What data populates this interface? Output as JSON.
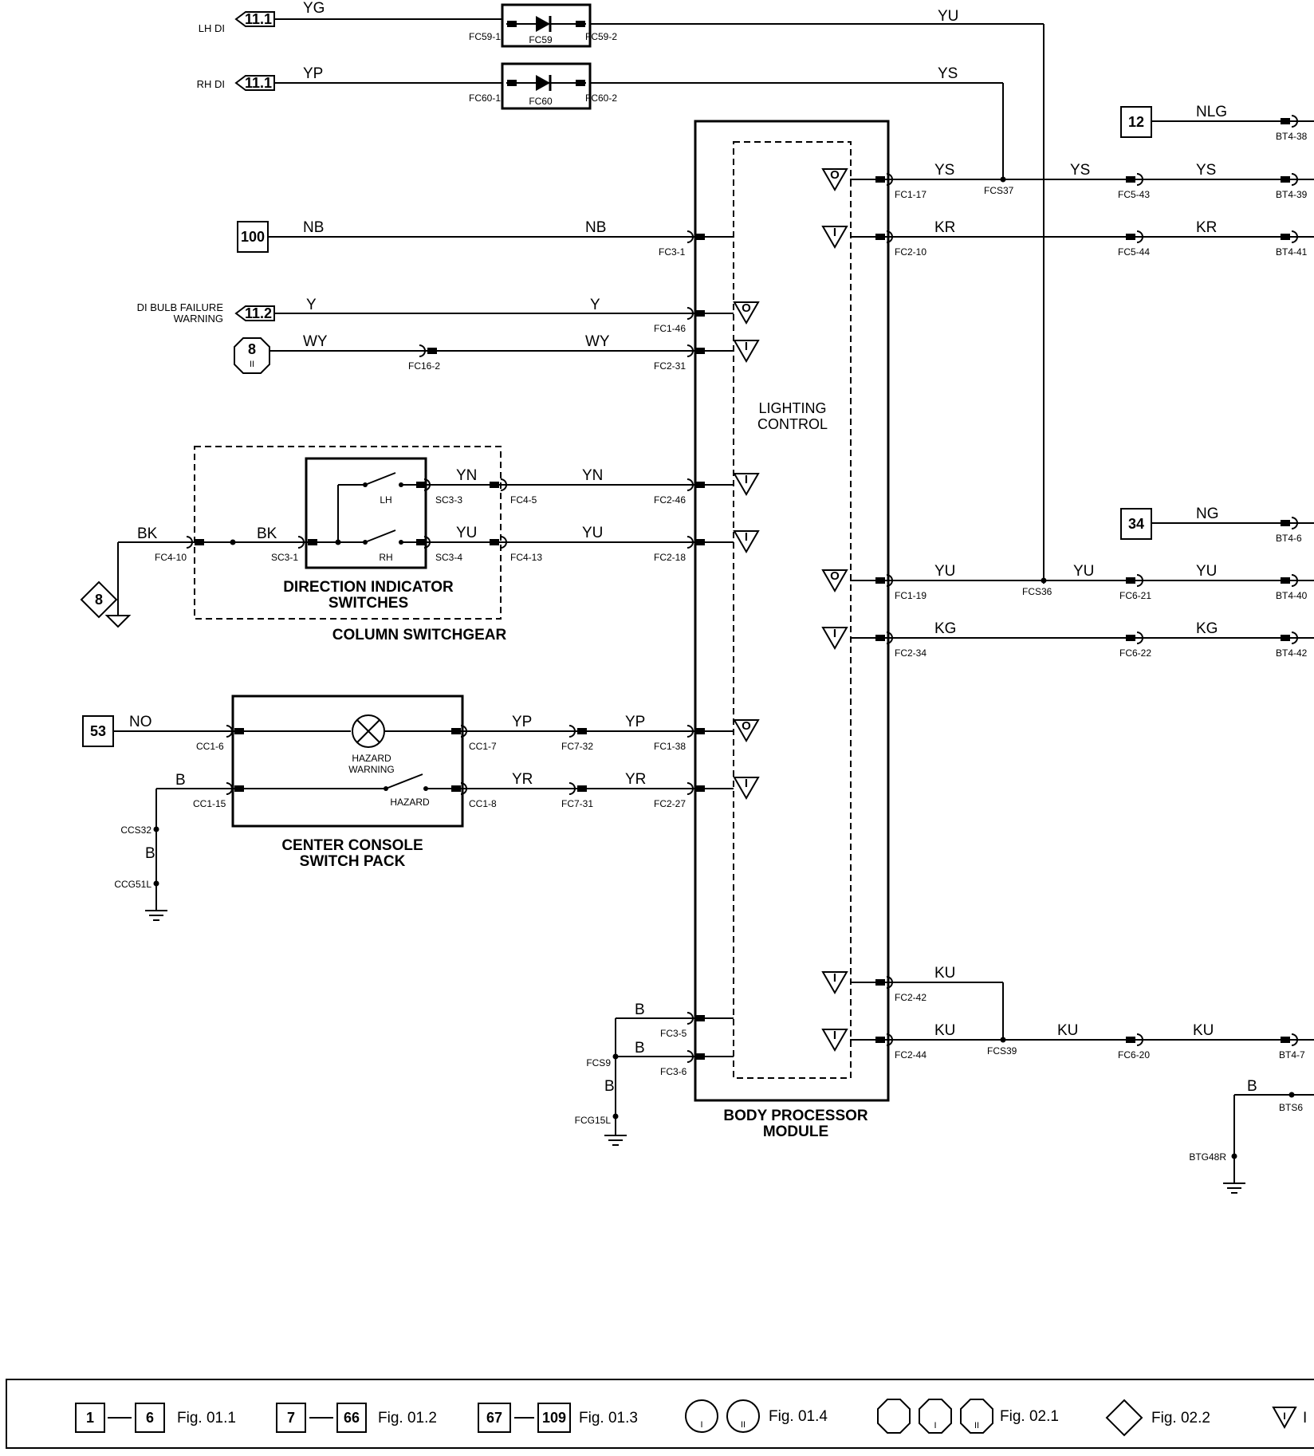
{
  "off_sheet_refs": {
    "lh_di": {
      "label": "LH DI",
      "code": "11.1"
    },
    "rh_di": {
      "label": "RH DI",
      "code": "11.1"
    },
    "di_bulb_failure": {
      "label_line1": "DI BULB FAILURE",
      "label_line2": "WARNING",
      "code": "11.2"
    },
    "ref_100": "100",
    "ref_8_oct": {
      "code": "8",
      "sub": "II"
    },
    "ref_8_diamond": "8",
    "ref_53": "53",
    "ref_12": "12",
    "ref_34": "34"
  },
  "wires": {
    "yg": "YG",
    "yu": "YU",
    "yp": "YP",
    "ys": "YS",
    "nlg": "NLG",
    "nb": "NB",
    "kr": "KR",
    "y": "Y",
    "wy": "WY",
    "yn": "YN",
    "bk": "BK",
    "ng": "NG",
    "kg": "KG",
    "no": "NO",
    "yr": "YR",
    "b": "B",
    "ku": "KU"
  },
  "connectors": {
    "fc59_1": "FC59-1",
    "fc59": "FC59",
    "fc59_2": "FC59-2",
    "fc60_1": "FC60-1",
    "fc60": "FC60",
    "fc60_2": "FC60-2",
    "bt4_38": "BT4-38",
    "bt4_39": "BT4-39",
    "bt4_41": "BT4-41",
    "bt4_6": "BT4-6",
    "bt4_40": "BT4-40",
    "bt4_42": "BT4-42",
    "bt4_7": "BT4-7",
    "fc1_17": "FC1-17",
    "fcs37": "FCS37",
    "fc5_43": "FC5-43",
    "fc2_10": "FC2-10",
    "fc5_44": "FC5-44",
    "fc3_1": "FC3-1",
    "fc1_46": "FC1-46",
    "fc16_2": "FC16-2",
    "fc2_31": "FC2-31",
    "sc3_3": "SC3-3",
    "fc4_5": "FC4-5",
    "fc2_46": "FC2-46",
    "fc4_10": "FC4-10",
    "sc3_1": "SC3-1",
    "sc3_4": "SC3-4",
    "fc4_13": "FC4-13",
    "fc2_18": "FC2-18",
    "fc1_19": "FC1-19",
    "fcs36": "FCS36",
    "fc6_21": "FC6-21",
    "fc2_34": "FC2-34",
    "fc6_22": "FC6-22",
    "cc1_6": "CC1-6",
    "cc1_7": "CC1-7",
    "fc7_32": "FC7-32",
    "fc1_38": "FC1-38",
    "cc1_15": "CC1-15",
    "cc1_8": "CC1-8",
    "fc7_31": "FC7-31",
    "fc2_27": "FC2-27",
    "ccs32": "CCS32",
    "ccg51l": "CCG51L",
    "fc2_42": "FC2-42",
    "fc2_44": "FC2-44",
    "fcs39": "FCS39",
    "fc6_20": "FC6-20",
    "fc3_5": "FC3-5",
    "fc3_6": "FC3-6",
    "fcs9": "FCS9",
    "fcg15l": "FCG15L",
    "bts6": "BTS6",
    "btg48r": "BTG48R"
  },
  "components": {
    "lighting_control_line1": "LIGHTING",
    "lighting_control_line2": "CONTROL",
    "bpm_line1": "BODY PROCESSOR",
    "bpm_line2": "MODULE",
    "dis_line1": "DIRECTION INDICATOR",
    "dis_line2": "SWITCHES",
    "column_switchgear": "COLUMN SWITCHGEAR",
    "lh": "LH",
    "rh": "RH",
    "hazard_warning_line1": "HAZARD",
    "hazard_warning_line2": "WARNING",
    "hazard": "HAZARD",
    "ccsp_line1": "CENTER CONSOLE",
    "ccsp_line2": "SWITCH PACK",
    "port_o": "O",
    "port_i": "I"
  },
  "legend": {
    "r1_from": "1",
    "r1_to": "6",
    "r1_fig": "Fig. 01.1",
    "r2_from": "7",
    "r2_to": "66",
    "r2_fig": "Fig. 01.2",
    "r3_from": "67",
    "r3_to": "109",
    "r3_fig": "Fig. 01.3",
    "circle_i": "I",
    "circle_ii": "II",
    "r4_fig": "Fig. 01.4",
    "oct_i": "I",
    "oct_ii": "II",
    "r5_fig": "Fig. 02.1",
    "r6_fig": "Fig. 02.2",
    "tri_i": "I",
    "r7_fig": "I"
  }
}
